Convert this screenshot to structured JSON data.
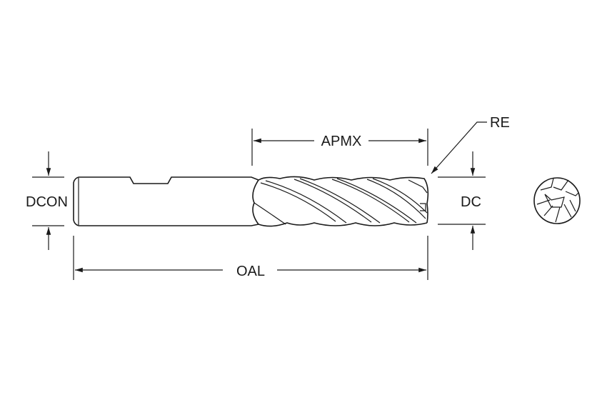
{
  "labels": {
    "apmx": "APMX",
    "re": "RE",
    "dcon": "DCON",
    "dc": "DC",
    "oal": "OAL"
  },
  "colors": {
    "line": "#1a1a1a",
    "background": "#ffffff"
  }
}
